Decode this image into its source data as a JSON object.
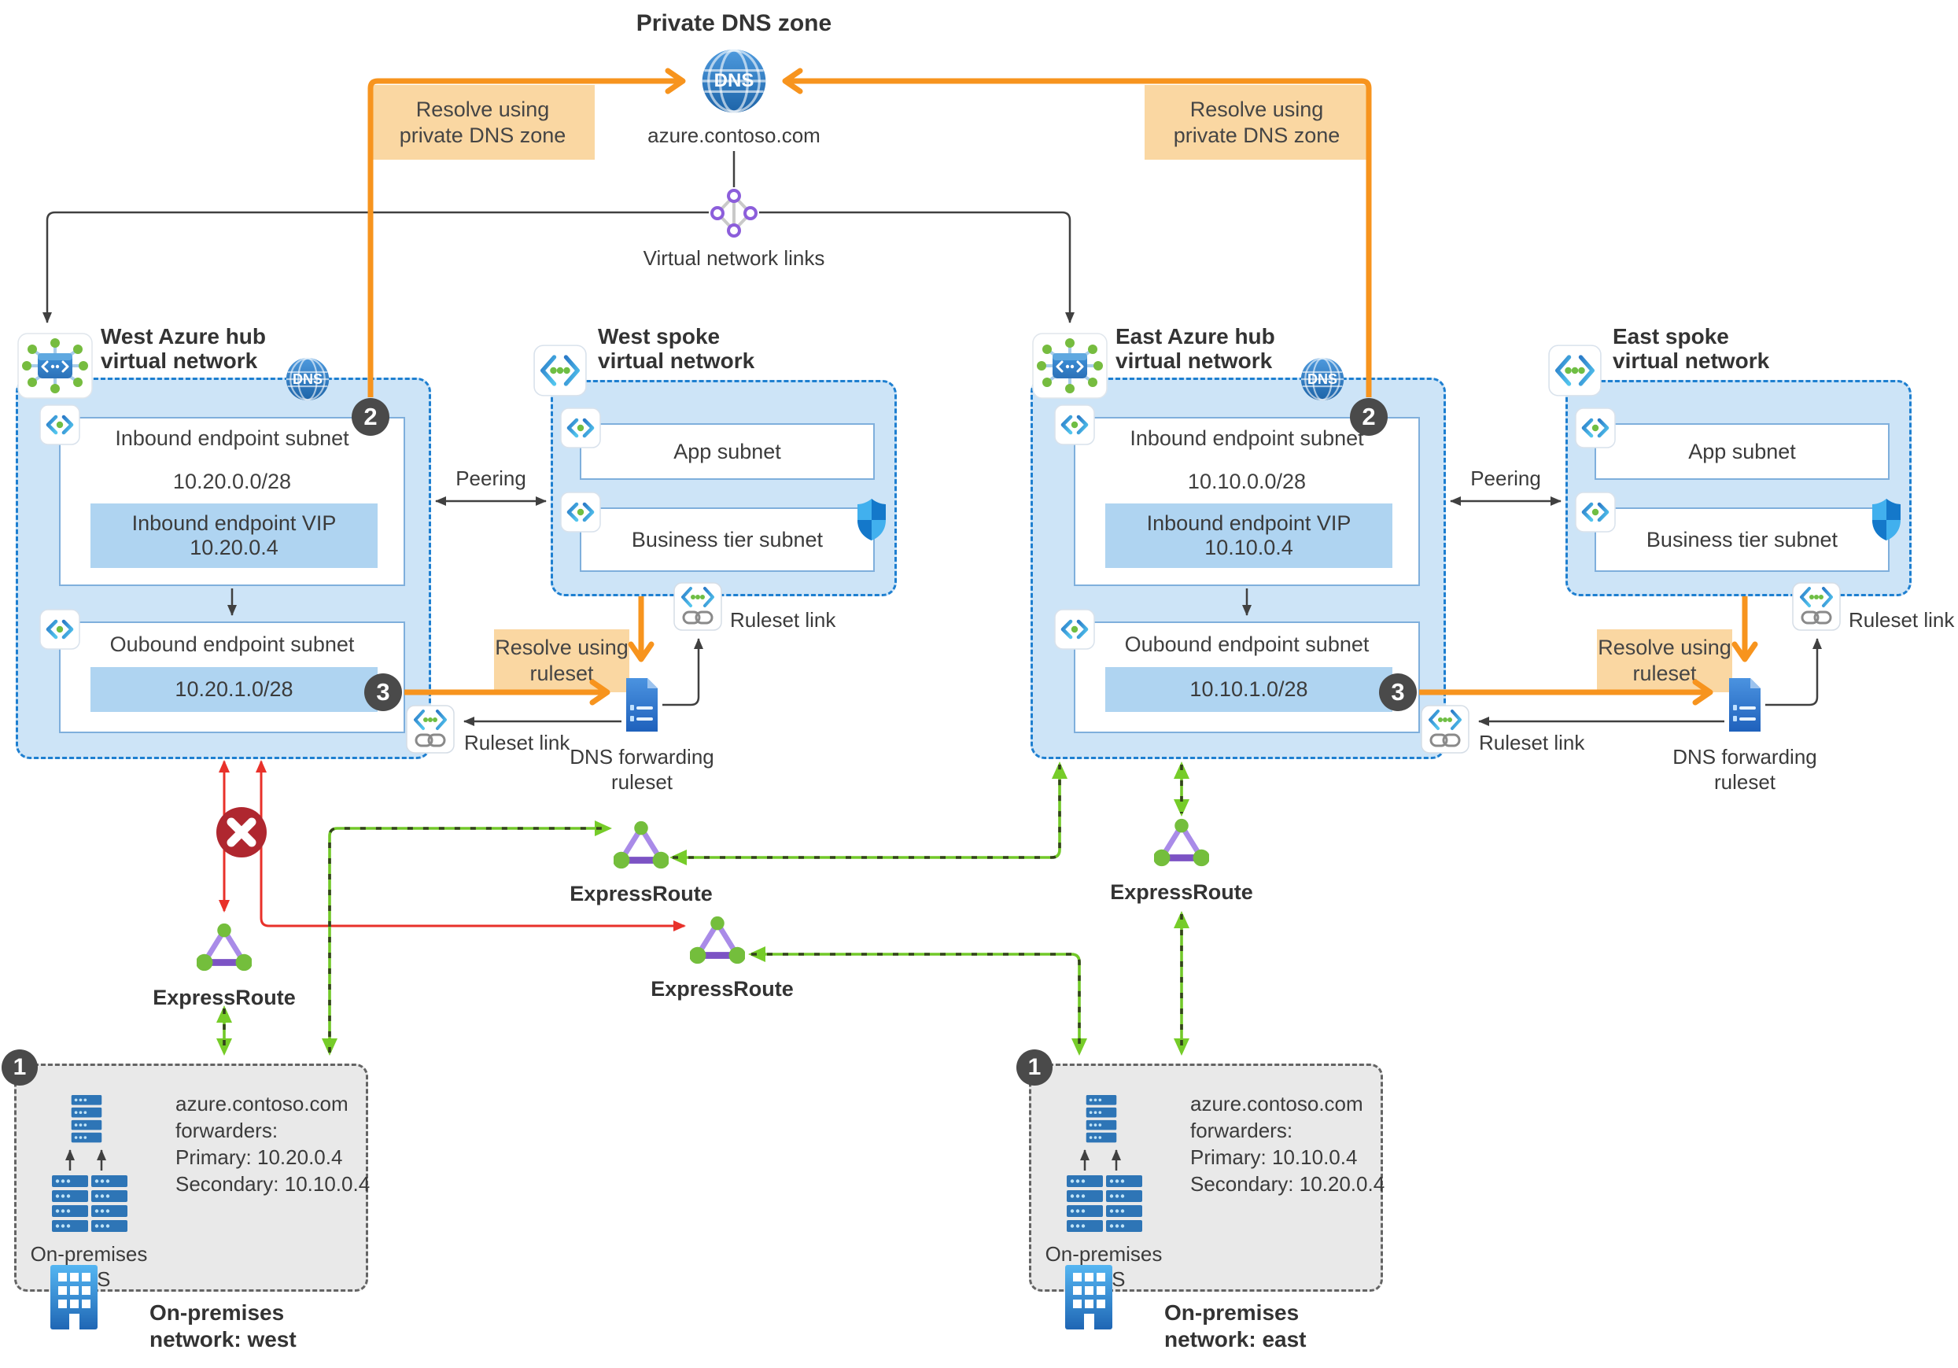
{
  "colors": {
    "orange": "#F7941E",
    "orange_fill": "#FAD7A2",
    "green": "#72C629",
    "red": "#E8312A",
    "hub_fill": "#CDE4F7",
    "hub_border": "#1E7FD0",
    "badge_gray": "#4A4A4A",
    "onprem_fill": "#E9E9E9",
    "azure_blue": "#2E75B6"
  },
  "top": {
    "title": "Private DNS zone",
    "zone_name": "azure.contoso.com",
    "dns_icon_label": "DNS",
    "vnet_links_label": "Virtual network links"
  },
  "callouts": {
    "resolve_private_line1": "Resolve using",
    "resolve_private_line2": "private DNS zone",
    "resolve_ruleset_line1": "Resolve using",
    "resolve_ruleset_line2": "ruleset"
  },
  "west_hub": {
    "title_line1": "West Azure hub",
    "title_line2": "virtual network",
    "dns_badge": "DNS",
    "step2": "2",
    "step3": "3",
    "inbound_title": "Inbound endpoint subnet",
    "inbound_cidr": "10.20.0.0/28",
    "vip_line1": "Inbound endpoint VIP",
    "vip_line2": "10.20.0.4",
    "outbound_title": "Oubound endpoint subnet",
    "outbound_cidr": "10.20.1.0/28",
    "ruleset_link_label": "Ruleset link"
  },
  "east_hub": {
    "title_line1": "East Azure hub",
    "title_line2": "virtual network",
    "dns_badge": "DNS",
    "step2": "2",
    "step3": "3",
    "inbound_title": "Inbound endpoint subnet",
    "inbound_cidr": "10.10.0.0/28",
    "vip_line1": "Inbound endpoint VIP",
    "vip_line2": "10.10.0.4",
    "outbound_title": "Oubound endpoint subnet",
    "outbound_cidr": "10.10.1.0/28",
    "ruleset_link_label": "Ruleset link"
  },
  "west_spoke": {
    "title_line1": "West spoke",
    "title_line2": "virtual network",
    "app_subnet": "App subnet",
    "business_subnet": "Business tier subnet",
    "ruleset_link_label": "Ruleset link"
  },
  "east_spoke": {
    "title_line1": "East spoke",
    "title_line2": "virtual network",
    "app_subnet": "App subnet",
    "business_subnet": "Business tier subnet",
    "ruleset_link_label": "Ruleset link"
  },
  "peering": {
    "west": "Peering",
    "east": "Peering"
  },
  "ruleset_doc": {
    "west_line1": "DNS forwarding",
    "west_line2": "ruleset",
    "east_line1": "DNS forwarding",
    "east_line2": "ruleset"
  },
  "expressroute": {
    "west": "ExpressRoute",
    "center_upper": "ExpressRoute",
    "center_lower": "ExpressRoute",
    "east": "ExpressRoute"
  },
  "onprem_west": {
    "badge": "1",
    "forwarders": [
      "azure.contoso.com",
      "forwarders:",
      "Primary: 10.20.0.4",
      "Secondary: 10.10.0.4"
    ],
    "dns_label_line1": "On-premises",
    "dns_label_line2": "DNS",
    "network_label_line1": "On-premises",
    "network_label_line2": "network: west"
  },
  "onprem_east": {
    "badge": "1",
    "forwarders": [
      "azure.contoso.com",
      "forwarders:",
      "Primary: 10.10.0.4",
      "Secondary: 10.20.0.4"
    ],
    "dns_label_line1": "On-premises",
    "dns_label_line2": "DNS",
    "network_label_line1": "On-premises",
    "network_label_line2": "network: east"
  }
}
